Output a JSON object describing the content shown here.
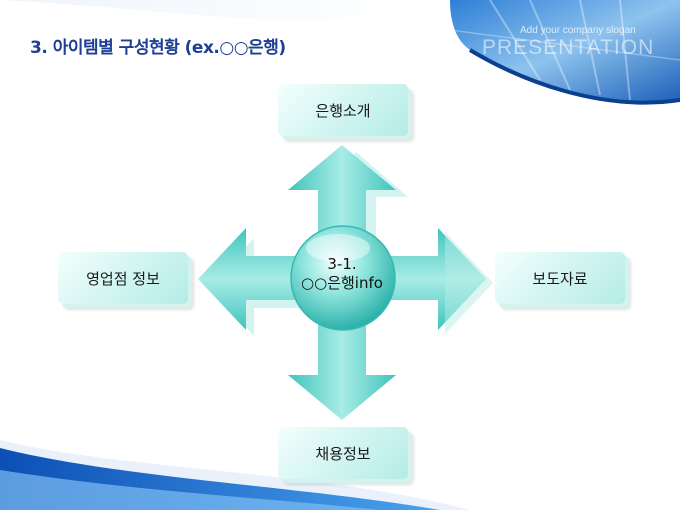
{
  "slide": {
    "title": "3. 아이템별 구성현황 (ex.○○은행)",
    "slogan": "Add your company slogan",
    "banner_text": "PRESENTATION"
  },
  "diagram": {
    "center": {
      "line1": "3-1.",
      "line2": "○○은행info"
    },
    "top_box": "은행소개",
    "left_box": "영업점 정보",
    "right_box": "보도자료",
    "bottom_box": "채용정보"
  },
  "colors": {
    "title": "#1d3f93",
    "arrow_fill": "#63d6cf",
    "box_fill": "#d6f6f2",
    "sphere": "#5fd3cc",
    "wave": "#1a6fd0"
  }
}
